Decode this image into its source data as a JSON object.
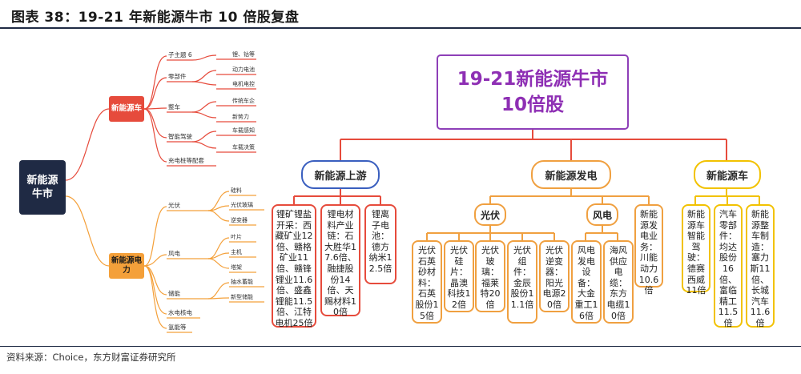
{
  "title": "图表 38：19-21 年新能源牛市 10 倍股复盘",
  "footer": "资料来源：Choice，东方财富证券研究所",
  "mindmap": {
    "root": "新能源牛市",
    "branch_car": {
      "label": "新能源车",
      "children": [
        {
          "label": "子主题 6",
          "leaves": [
            "锂、钴等"
          ]
        },
        {
          "label": "零部件",
          "leaves": [
            "动力电池",
            "电机电控"
          ]
        },
        {
          "label": "整车",
          "leaves": [
            "传统车企",
            "新势力"
          ]
        },
        {
          "label": "智能驾驶",
          "leaves": [
            "车载感知",
            "车载决策"
          ]
        },
        {
          "label": "充电桩等配套",
          "leaves": []
        }
      ]
    },
    "branch_power": {
      "label": "新能源电力",
      "children": [
        {
          "label": "光伏",
          "leaves": [
            "硅料",
            "光伏玻璃",
            "逆变器"
          ]
        },
        {
          "label": "风电",
          "leaves": [
            "叶片",
            "主机",
            "塔架"
          ]
        },
        {
          "label": "储能",
          "leaves": [
            "抽水蓄能",
            "新型储能"
          ]
        },
        {
          "label": "水电核电",
          "leaves": []
        },
        {
          "label": "氢能等",
          "leaves": []
        }
      ]
    }
  },
  "chart": {
    "main": [
      "19-21新能源牛市",
      "10倍股"
    ],
    "upstream": {
      "label": "新能源上游",
      "items": [
        "锂矿锂盐开采：西藏矿业12倍、赣格矿业11倍、赣锋锂业11.6倍、盛鑫锂能11.5倍、江特电机25倍",
        "锂电材料产业链：石大胜华17.6倍、融捷股份14倍、天赐材料10倍",
        "锂离子电池：德方纳米12.5倍"
      ]
    },
    "power": {
      "label": "新能源发电",
      "pv": {
        "label": "光伏",
        "items": [
          "光伏石英砂材料：石英股份15倍",
          "光伏硅片：晶澳科技12倍",
          "光伏玻璃：福莱特20倍",
          "光伏组件：金辰股份11.1倍",
          "光伏逆变器：阳光电源20倍"
        ]
      },
      "wind": {
        "label": "风电",
        "items": [
          "风电发电设备：大金重工16倍",
          "海风供应电缆：东方电缆10倍"
        ]
      },
      "other": "新能源发电业务：川能动力10.6倍"
    },
    "car": {
      "label": "新能源车",
      "items": [
        "新能源车智能驾驶：德赛西威11倍",
        "汽车零部件：均达股份16倍、富临精工11.5倍",
        "新能源整车制造：塞力斯11倍、长城汽车11.6倍"
      ]
    }
  },
  "colors": {
    "navy": "#1f2a44",
    "red": "#e64b3c",
    "orange": "#f0a040",
    "yellow": "#f2c200",
    "purple": "#8e3fb8",
    "blue": "#3a5fbf"
  }
}
